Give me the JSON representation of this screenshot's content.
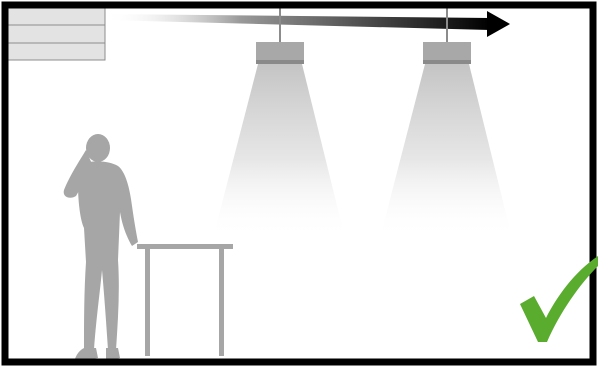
{
  "illustration": {
    "elements": {
      "room_frame": "room-outline",
      "air_vent": "air-supply-vent",
      "airflow_arrow": "airflow-arrow",
      "light_fixtures": [
        "pendant-light",
        "pendant-light"
      ],
      "person": "standing-person-silhouette",
      "table": "standing-table",
      "indicator": "checkmark-icon"
    },
    "colors": {
      "frame": "#000000",
      "background": "#ffffff",
      "figure_gray": "#a6a6a6",
      "vent_gray": "#d9d9d9",
      "lamp_gray": "#a6a6a6",
      "light_beam": "#cccccc",
      "check_green": "#5aac2e"
    }
  }
}
